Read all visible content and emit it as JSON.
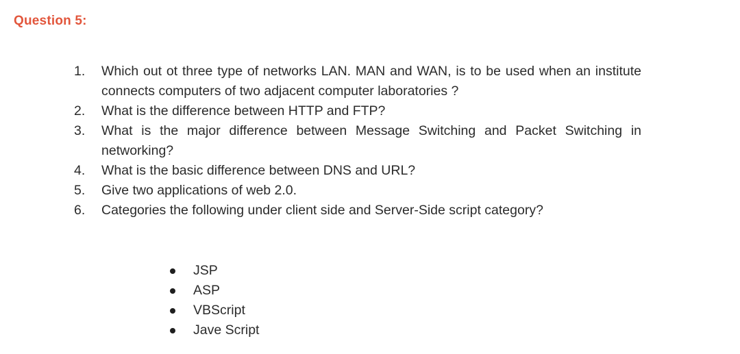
{
  "page": {
    "background_color": "#ffffff",
    "text_color": "#2b2b2b"
  },
  "heading": {
    "text": "Question 5:",
    "color": "#e2563c"
  },
  "questions": [
    {
      "number": "1.",
      "text": "Which out ot three type of networks LAN. MAN and WAN, is to be used when an institute connects computers of two adjacent computer laboratories ?"
    },
    {
      "number": "2.",
      "text": "What is the difference between HTTP and FTP?"
    },
    {
      "number": "3.",
      "text": "What is the major difference between Message Switching and Packet Switching in networking?"
    },
    {
      "number": "4.",
      "text": "What is the basic difference between DNS and URL?"
    },
    {
      "number": "5.",
      "text": "Give two applications of web 2.0."
    },
    {
      "number": "6.",
      "text": "Categories the following under client side and Server-Side script category?"
    }
  ],
  "script_items": [
    {
      "label": "JSP"
    },
    {
      "label": "ASP"
    },
    {
      "label": "VBScript"
    },
    {
      "label": "Jave Script"
    }
  ]
}
